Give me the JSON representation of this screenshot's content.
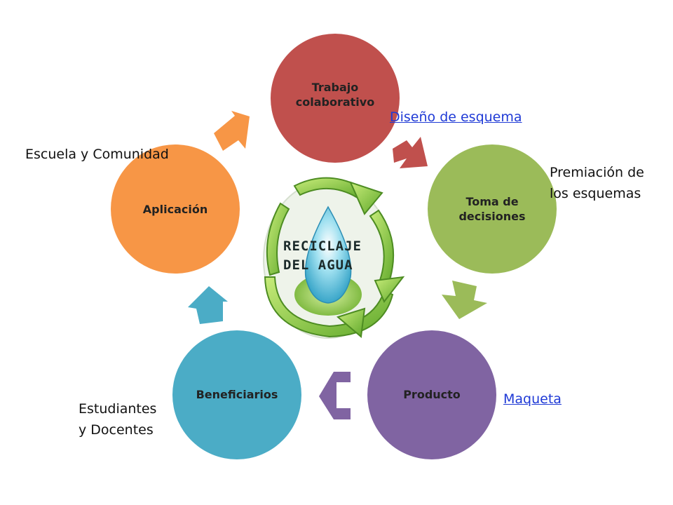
{
  "diagram": {
    "center_title": [
      "RECICLAJE",
      "DEL AGUA"
    ],
    "stages": [
      {
        "label": [
          "Trabajo",
          "colaborativo"
        ],
        "color": "#c0504d"
      },
      {
        "label": [
          "Toma de",
          "decisiones"
        ],
        "color": "#9bbb59"
      },
      {
        "label": [
          "Producto"
        ],
        "color": "#8064a2"
      },
      {
        "label": [
          "Beneficiarios"
        ],
        "color": "#4bacc6"
      },
      {
        "label": [
          "Aplicación"
        ],
        "color": "#f79646"
      }
    ],
    "annotations": {
      "escuela": "Escuela y Comunidad",
      "premiacion": [
        "Premiación de",
        "los esquemas"
      ],
      "estudiantes": [
        "Estudiantes",
        "y Docentes"
      ]
    },
    "links": {
      "diseno": "Diseño de esquema",
      "maqueta": "Maqueta"
    },
    "colors": {
      "link": "#1f3ad6",
      "recycle_green": "#8cc63f",
      "drop_blue": "#5bc0de"
    }
  }
}
